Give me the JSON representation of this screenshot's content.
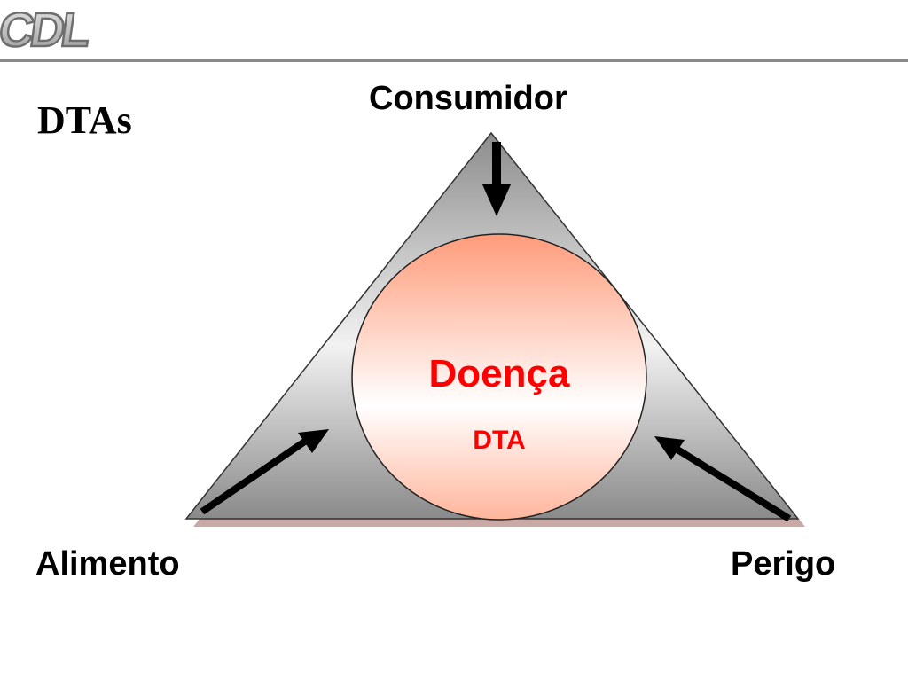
{
  "logo": {
    "icon": "cdl-logo-icon",
    "text": "CDL"
  },
  "title": "DTAs",
  "diagram": {
    "vertices": {
      "top": "Consumidor",
      "left": "Alimento",
      "right": "Perigo"
    },
    "center": {
      "title": "Doença",
      "subtitle": "DTA"
    },
    "colors": {
      "center_title": "#ff0000",
      "circle_top": "#ff9b7a",
      "circle_bottom": "#ffffff",
      "triangle_dark": "#8c8c8c",
      "triangle_light": "#f2f2f2",
      "shadow": "#c9a9a6",
      "arrow": "#000000"
    },
    "icons": [
      "down-arrow-icon",
      "up-right-arrow-icon",
      "up-left-arrow-icon"
    ]
  }
}
